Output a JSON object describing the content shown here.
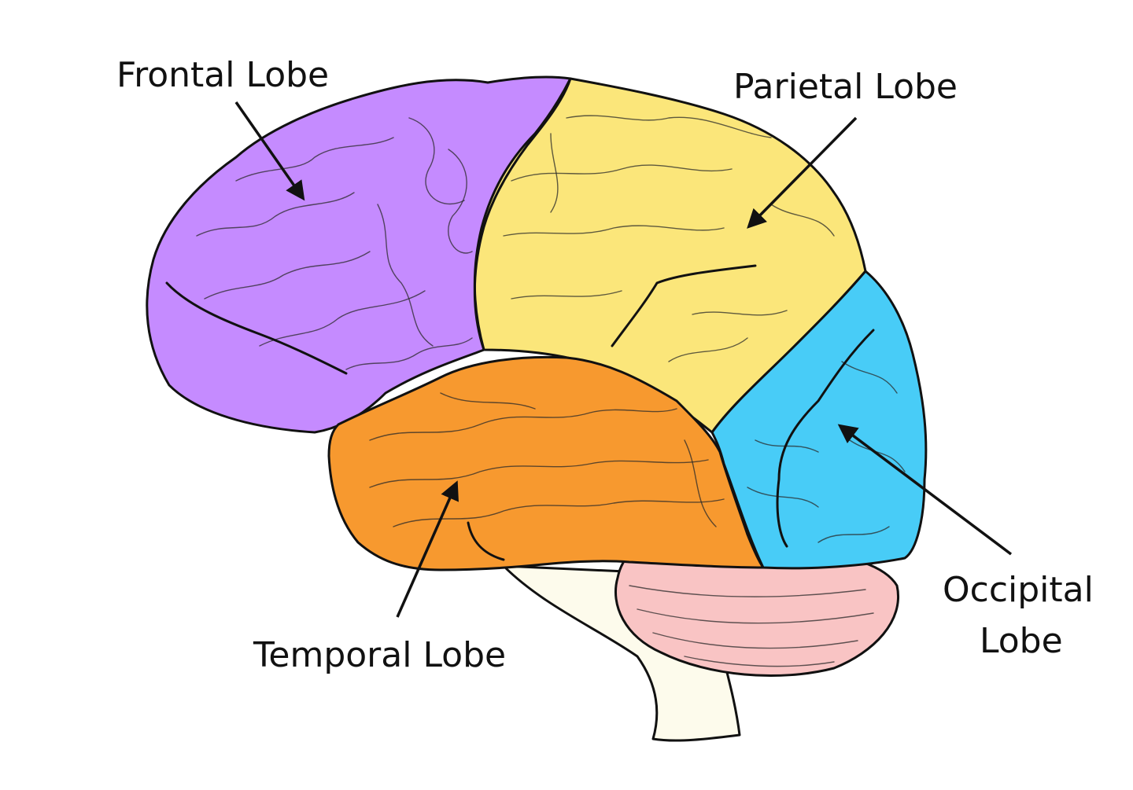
{
  "labels": {
    "frontal": "Frontal Lobe",
    "parietal": "Parietal Lobe",
    "temporal": "Temporal Lobe",
    "occipital_line1": "Occipital",
    "occipital_line2": "Lobe"
  },
  "colors": {
    "frontal": "#c58bff",
    "parietal": "#fbe67a",
    "temporal": "#f7992f",
    "occipital": "#48ccf7",
    "cerebellum": "#f9c4c4",
    "brainstem": "#fdfbec",
    "outline": "#111111"
  }
}
